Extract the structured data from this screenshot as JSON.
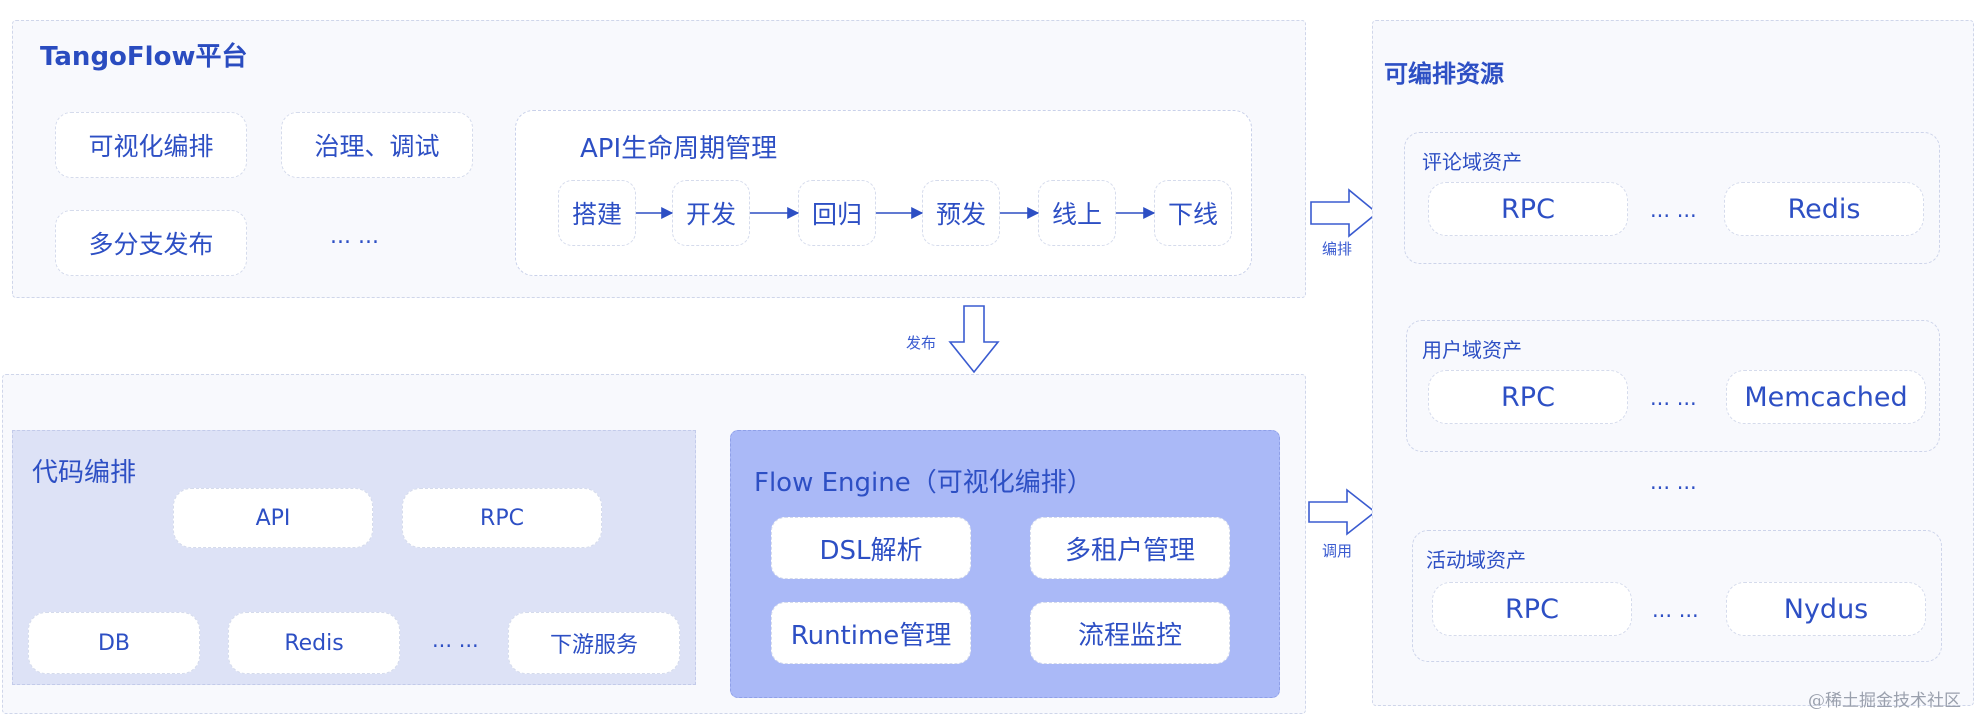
{
  "platform": {
    "title": "TangoFlow平台",
    "features": [
      "可视化编排",
      "治理、调试",
      "多分支发布",
      "... ..."
    ],
    "lifecycle": {
      "title": "API生命周期管理",
      "stages": [
        "搭建",
        "开发",
        "回归",
        "预发",
        "线上",
        "下线"
      ]
    }
  },
  "arrows": {
    "orchestrate": "编排",
    "publish": "发布",
    "invoke": "调用"
  },
  "code_orchestration": {
    "title": "代码编排",
    "top_items": [
      "API",
      "RPC"
    ],
    "bottom_items": [
      "DB",
      "Redis",
      "... ...",
      "下游服务"
    ]
  },
  "flow_engine": {
    "title": "Flow Engine（可视化编排）",
    "items": [
      "DSL解析",
      "多租户管理",
      "Runtime管理",
      "流程监控"
    ]
  },
  "resources": {
    "title": "可编排资源",
    "domains": [
      {
        "name": "评论域资产",
        "items": [
          "RPC",
          "... ...",
          "Redis"
        ]
      },
      {
        "name": "用户域资产",
        "items": [
          "RPC",
          "... ...",
          "Memcached"
        ]
      },
      {
        "name": "活动域资产",
        "items": [
          "RPC",
          "... ...",
          "Nydus"
        ]
      }
    ],
    "between": "... ..."
  },
  "watermark": "@稀土掘金技术社区",
  "colors": {
    "accent": "#2d4fc4",
    "flow_engine_bg": "#aab9f7",
    "code_bg": "#dde2f6",
    "panel_bg": "#f8f9fd"
  }
}
